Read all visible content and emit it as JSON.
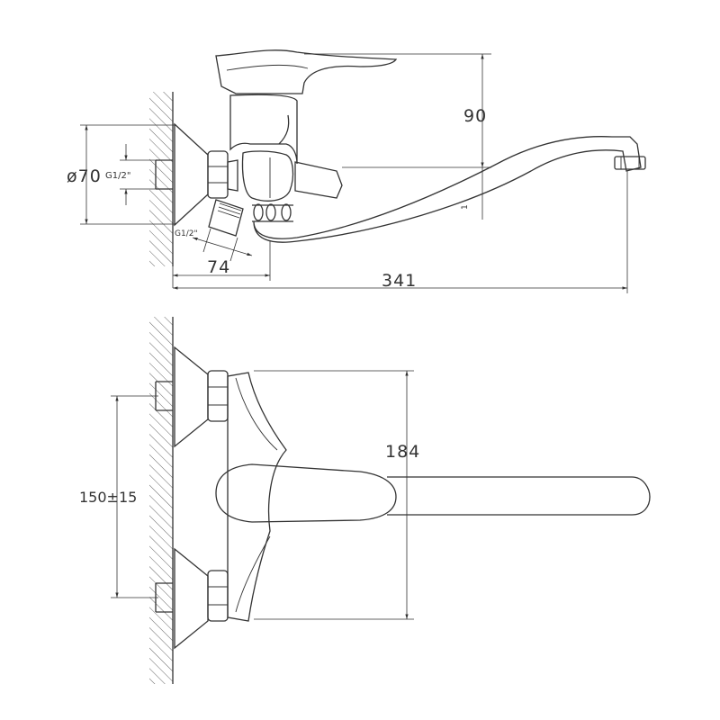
{
  "labels": {
    "diameter": "ø70",
    "thread_inlet": "G1/2\"",
    "thread_outlet": "G1/2\"",
    "reach": "74",
    "total_length": "341",
    "spout_height": "90",
    "side_mark": "1",
    "centers": "150±15",
    "depth": "184"
  }
}
